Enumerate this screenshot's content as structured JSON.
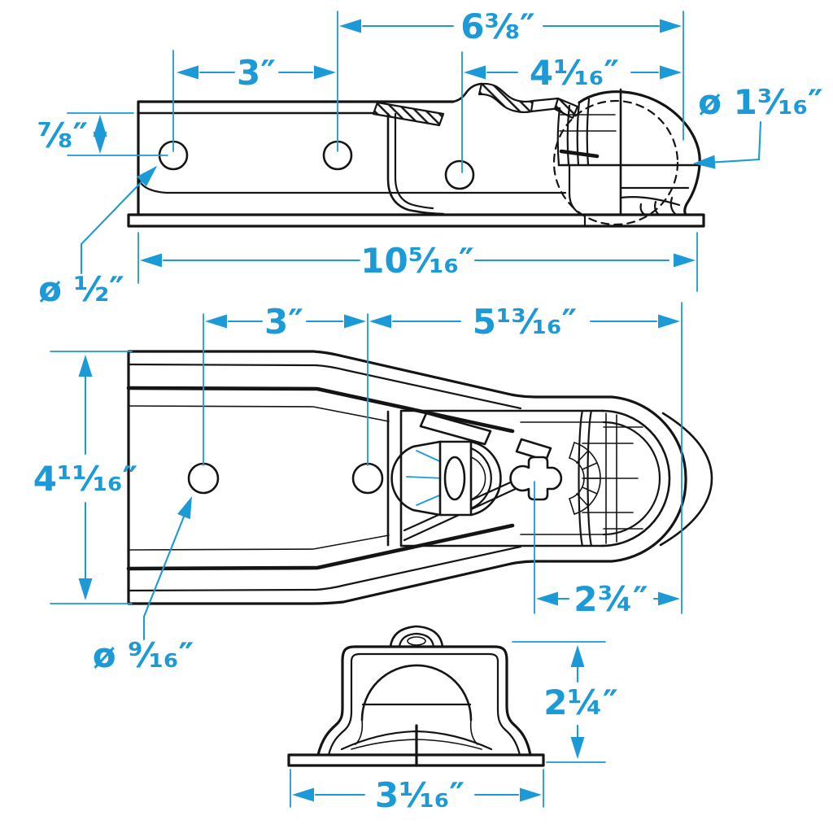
{
  "drawing": {
    "subject": "trailer-coupler-dimensioned-drawing",
    "units": "inches",
    "colors": {
      "dimension_blue": "#1b9ad7",
      "line_black": "#141414",
      "background": "#ffffff"
    }
  },
  "views": {
    "side": {
      "dims": {
        "overall_top": "6⅜″",
        "hole_spacing": "3″",
        "nose_length": "4¹⁄₁₆″",
        "hole_drop": "⁷⁄₈″",
        "ball_diameter": "ø 1³⁄₁₆″",
        "hole_diameter": "ø ½″",
        "overall_length": "10⁵⁄₁₆″"
      }
    },
    "plan": {
      "dims": {
        "hole_spacing": "3″",
        "nose_length": "5¹³⁄₁₆″",
        "overall_width": "4¹¹⁄₁₆″",
        "keyhole_setback": "2¾″",
        "hole_diameter": "ø ⁹⁄₁₆″"
      }
    },
    "front": {
      "dims": {
        "height": "2¼″",
        "base_width": "3¹⁄₁₆″"
      }
    }
  }
}
